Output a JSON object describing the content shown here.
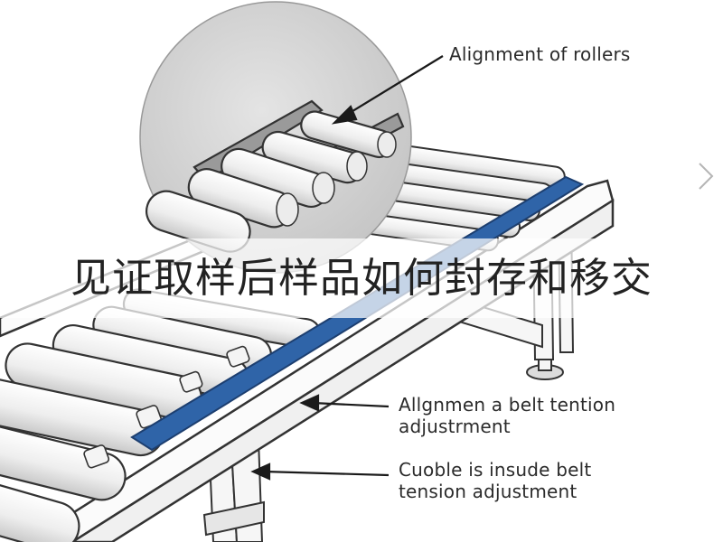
{
  "banner": {
    "title": "见证取样后样品如何封存和移交"
  },
  "annotations": {
    "rollers": "Alignment of rollers",
    "belt": "Allgnmen a belt tention\nadjustrment",
    "cable": "Cuoble is insude belt\ntension adjustment"
  },
  "colors": {
    "belt": "#2f64a8",
    "roller": "#f0f0f0",
    "frame": "#fafafa",
    "outline": "#333333",
    "magnifier_bg": "#d4d4d4",
    "annotation_text": "#2b2b2b"
  },
  "icons": {
    "next": "chevron-right-icon"
  }
}
